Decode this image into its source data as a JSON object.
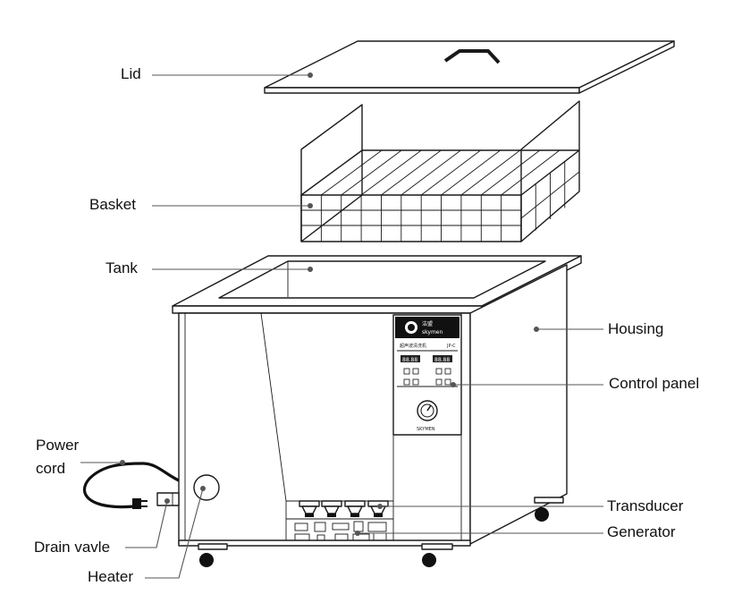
{
  "labels": {
    "lid": "Lid",
    "basket": "Basket",
    "tank": "Tank",
    "housing": "Housing",
    "control_panel": "Control panel",
    "power_cord_line1": "Power",
    "power_cord_line2": "cord",
    "transducer": "Transducer",
    "generator": "Generator",
    "drain_valve": "Drain vavle",
    "heater": "Heater"
  },
  "control_panel": {
    "brand_cn": "洁盟",
    "brand_en": "skymen",
    "title_cn": "超声波清洗机",
    "model": "JP-C",
    "display_left": "88.88",
    "display_right": "88.88",
    "footer": "SKYMEN"
  },
  "colors": {
    "line": "#1a1a1a",
    "leader": "#555555",
    "background": "#ffffff"
  }
}
